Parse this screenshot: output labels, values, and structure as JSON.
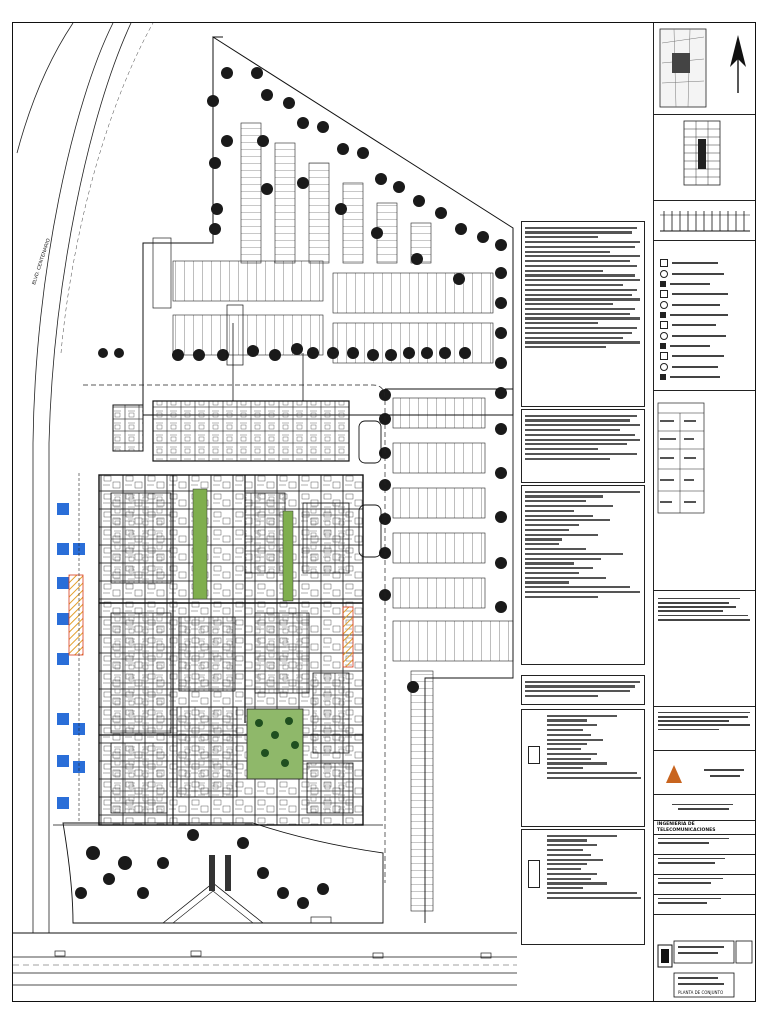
{
  "drawing": {
    "road_label": "BLVD. CENTENARIO"
  },
  "title_block": {
    "discipline": "INGENIERIA DE TELECOMUNICACIONES",
    "plan_name": "PLANTA DE CONJUNTO"
  },
  "colors": {
    "line": "#111111",
    "accessible_blue": "#2a6ed8",
    "hatch_orange": "#e2a02c",
    "hatch_red": "#d83a1c",
    "landscape_green": "#7fae4e",
    "logo_orange": "#c8641e"
  },
  "icons": [
    "north-arrow-icon",
    "accessible-parking-icon",
    "company-logo-icon",
    "institution-logo-icon"
  ]
}
